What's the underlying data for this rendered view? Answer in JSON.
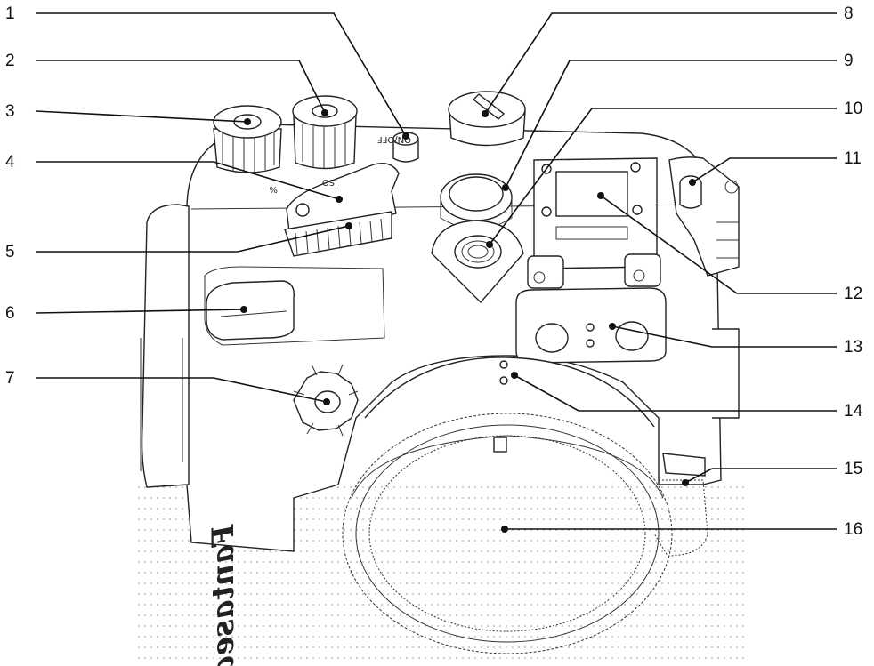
{
  "callouts": [
    {
      "number": "1"
    },
    {
      "number": "2"
    },
    {
      "number": "3"
    },
    {
      "number": "4"
    },
    {
      "number": "5"
    },
    {
      "number": "6"
    },
    {
      "number": "7"
    },
    {
      "number": "8"
    },
    {
      "number": "9"
    },
    {
      "number": "10"
    },
    {
      "number": "11"
    },
    {
      "number": "12"
    },
    {
      "number": "13"
    },
    {
      "number": "14"
    },
    {
      "number": "15"
    },
    {
      "number": "16"
    }
  ],
  "housing": {
    "brand_text": "Fantasea"
  },
  "colors": {
    "ink": "#222222",
    "background": "#ffffff"
  }
}
